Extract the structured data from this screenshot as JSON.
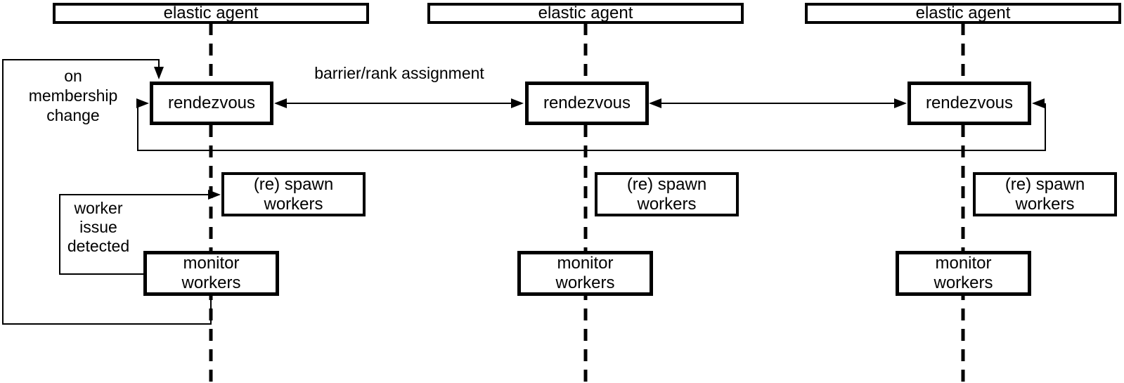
{
  "colors": {
    "ink": "#000000",
    "background": "#ffffff"
  },
  "labels": {
    "on_membership_change": "on membership change",
    "barrier_rank_assignment": "barrier/rank assignment",
    "worker_issue_detected": "worker issue detected"
  },
  "columns": [
    {
      "agent_title": "elastic agent",
      "rendezvous_label": "rendezvous",
      "spawn_label": "(re) spawn workers",
      "monitor_label": "monitor workers"
    },
    {
      "agent_title": "elastic agent",
      "rendezvous_label": "rendezvous",
      "spawn_label": "(re) spawn workers",
      "monitor_label": "monitor workers"
    },
    {
      "agent_title": "elastic agent",
      "rendezvous_label": "rendezvous",
      "spawn_label": "(re) spawn workers",
      "monitor_label": "monitor workers"
    }
  ]
}
